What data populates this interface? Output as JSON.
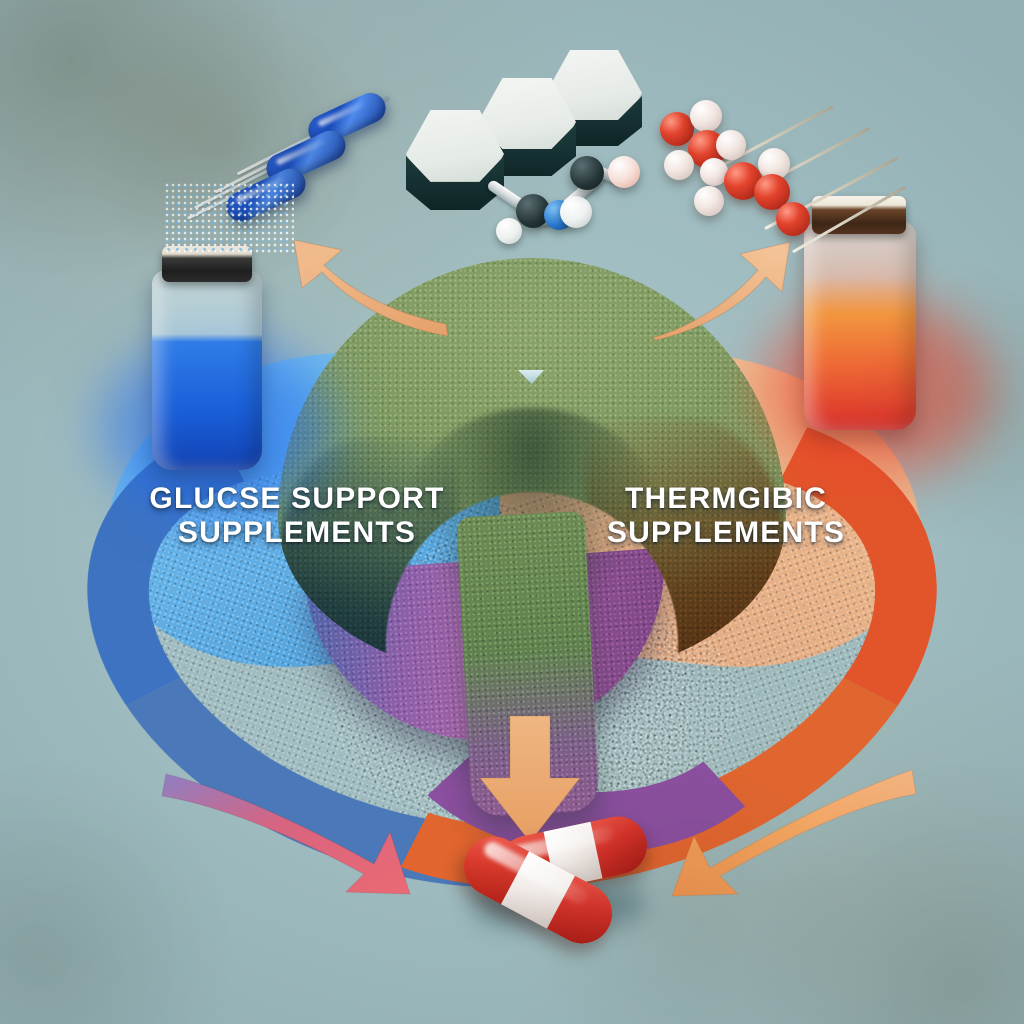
{
  "scene": {
    "title": "Supplement Comparison Infographic",
    "background_color": "#9fbcc0",
    "style": "3d-render-granular-diagram"
  },
  "labels": {
    "left": {
      "id": "glucose-support-label",
      "line1": "GLUCSE SUPPORT",
      "line2": "SUPPLEMENTS",
      "text": "GLUCSE SUPPORT\nSUPPLEMENTS",
      "color": "#ffffff"
    },
    "right": {
      "id": "thermogenic-label",
      "line1": "THERMGIBIC",
      "line2": "SUPPLEMENTS",
      "text": "THERMGIBIC\nSUPPLEMENTS",
      "color": "#ffffff"
    }
  },
  "panels": [
    {
      "name": "blue-panel",
      "side": "left",
      "color": "#63b2e8"
    },
    {
      "name": "peach-panel",
      "side": "right",
      "color": "#e9b388"
    }
  ],
  "ring": {
    "name": "granular-cycle-ring",
    "segments": [
      {
        "name": "blue-segment",
        "color": "#3d73c0",
        "position": "left"
      },
      {
        "name": "purple-segment",
        "color": "#8a4f9e",
        "position": "bottom-center"
      },
      {
        "name": "orange-segment",
        "color": "#e2552a",
        "position": "right"
      }
    ]
  },
  "arch": {
    "name": "green-granular-arch",
    "color": "#7b9660",
    "left_tint": "#325cac",
    "right_tint": "#d45226",
    "leg_tint": "#8b5b8e"
  },
  "arrows": [
    {
      "name": "arrow-up-left",
      "direction": "up-left",
      "color": "#eeb07a",
      "target": "blue-capsules"
    },
    {
      "name": "arrow-up-right",
      "direction": "up-right",
      "color": "#eeb07a",
      "target": "red-molecule"
    },
    {
      "name": "arrow-down-center",
      "direction": "down",
      "color": "#efaf79",
      "target": "red-white-capsules"
    },
    {
      "name": "arrow-curved-right",
      "direction": "right",
      "color": "#e2657f",
      "target": "red-white-capsules"
    },
    {
      "name": "arrow-curved-left",
      "direction": "left",
      "color": "#f0a060",
      "target": "red-white-capsules"
    }
  ],
  "objects": [
    {
      "name": "blue-supplement-bottle",
      "cap_color": "#2b2b2b",
      "liquid_color": "#1f6fe0",
      "position": "left"
    },
    {
      "name": "orange-supplement-bottle",
      "cap_color": "#4a2f1d",
      "liquid_color": "#ef7a33",
      "position": "right"
    },
    {
      "name": "blue-capsules-cluster",
      "count": 3,
      "color": "#1b4fc4",
      "position": "top-left"
    },
    {
      "name": "molecule-hexagon-rings",
      "rings": 3,
      "position": "top-center"
    },
    {
      "name": "red-white-ball-sticks",
      "position": "top-right"
    },
    {
      "name": "red-white-capsules",
      "count": 2,
      "position": "bottom-center"
    }
  ],
  "molecule": {
    "name": "hexagon-ring-molecule",
    "hexagon_count": 3,
    "atoms": [
      {
        "element": "C",
        "color": "#2d3b3f"
      },
      {
        "element": "H",
        "color": "#f4f4f4"
      },
      {
        "element": "N",
        "color": "#2f78c8"
      },
      {
        "element": "O",
        "color": "#e8a08f"
      }
    ]
  }
}
